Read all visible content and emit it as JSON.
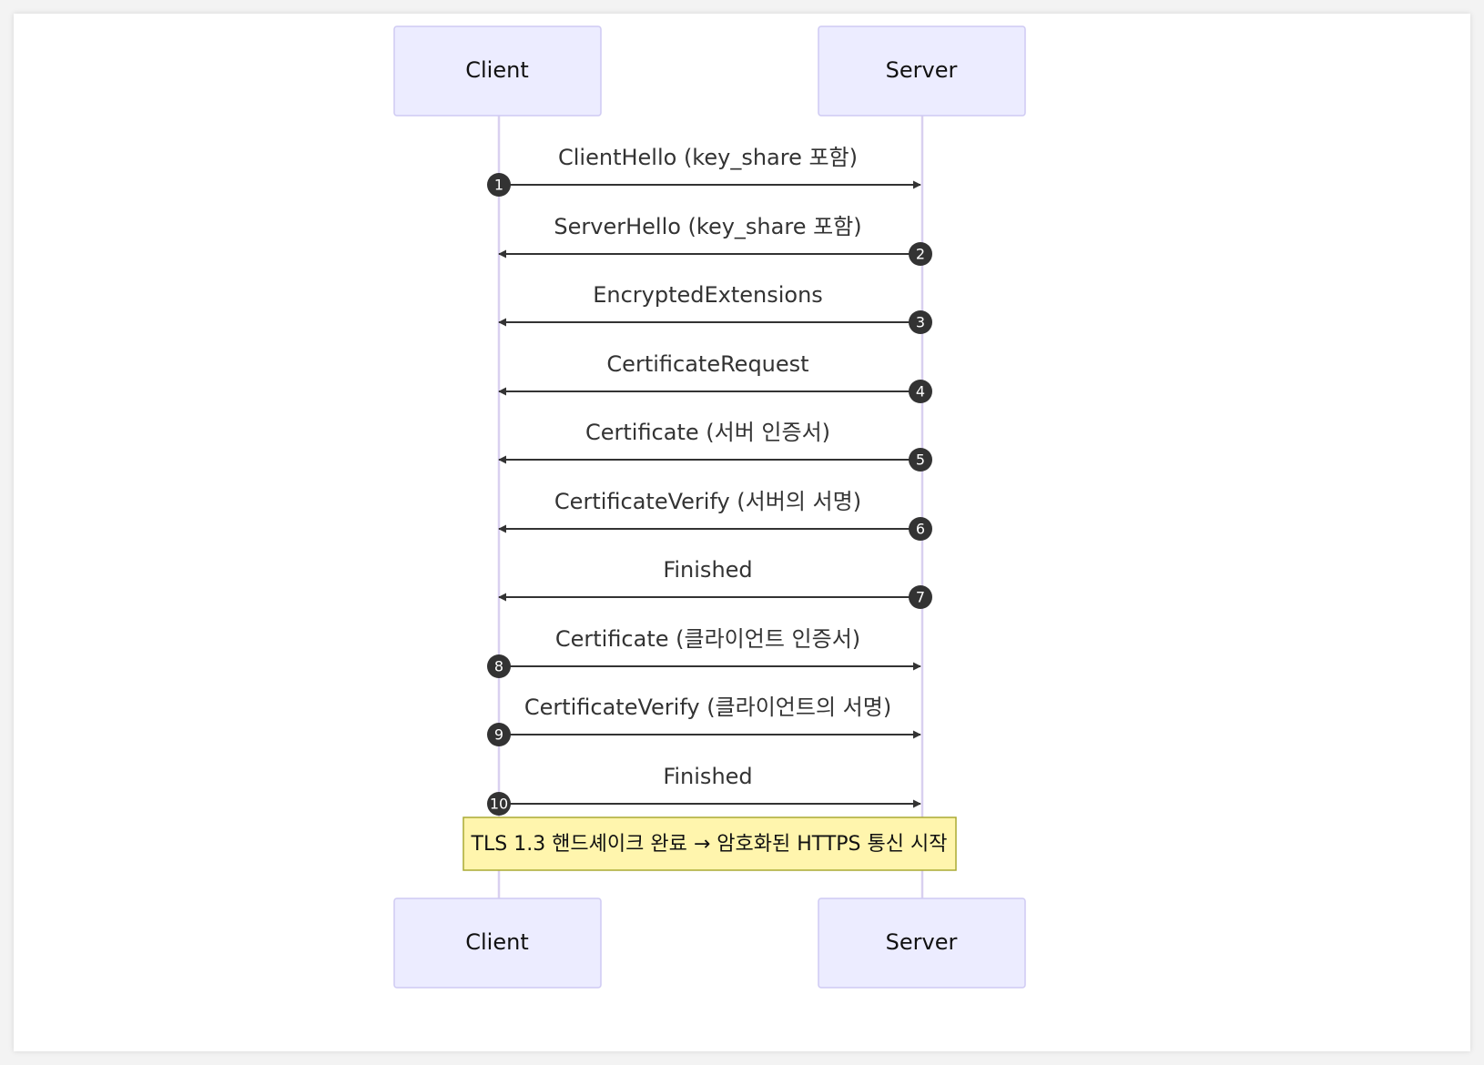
{
  "actors": {
    "client": "Client",
    "server": "Server"
  },
  "messages": [
    {
      "num": "1",
      "from": "client",
      "to": "server",
      "label": "ClientHello (key_share 포함)"
    },
    {
      "num": "2",
      "from": "server",
      "to": "client",
      "label": "ServerHello (key_share 포함)"
    },
    {
      "num": "3",
      "from": "server",
      "to": "client",
      "label": "EncryptedExtensions"
    },
    {
      "num": "4",
      "from": "server",
      "to": "client",
      "label": "CertificateRequest"
    },
    {
      "num": "5",
      "from": "server",
      "to": "client",
      "label": "Certificate (서버 인증서)"
    },
    {
      "num": "6",
      "from": "server",
      "to": "client",
      "label": "CertificateVerify (서버의 서명)"
    },
    {
      "num": "7",
      "from": "server",
      "to": "client",
      "label": "Finished"
    },
    {
      "num": "8",
      "from": "client",
      "to": "server",
      "label": "Certificate (클라이언트 인증서)"
    },
    {
      "num": "9",
      "from": "client",
      "to": "server",
      "label": "CertificateVerify (클라이언트의 서명)"
    },
    {
      "num": "10",
      "from": "client",
      "to": "server",
      "label": "Finished"
    }
  ],
  "note": "TLS 1.3 핸드셰이크 완료 → 암호화된 HTTPS 통신 시작",
  "colors": {
    "actor_fill": "#ececff",
    "actor_border": "#cfcaf3",
    "lifeline": "#d9d0f0",
    "arrow": "#333333",
    "note_fill": "#fff5ad",
    "note_border": "#aaaa33"
  }
}
